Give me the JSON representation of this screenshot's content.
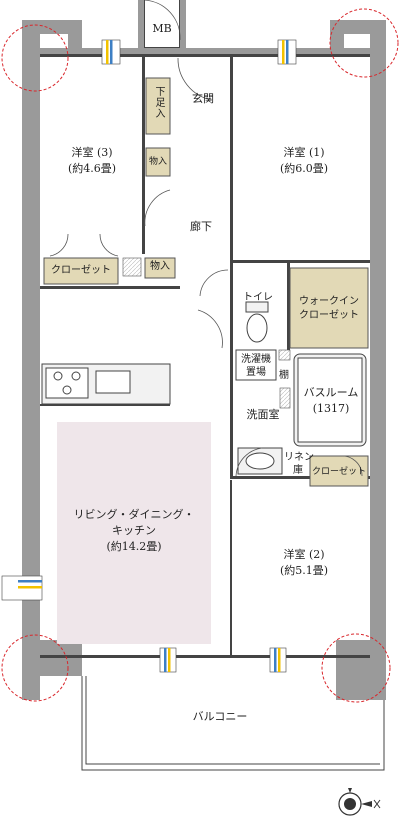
{
  "labels": {
    "mb": "MB",
    "genkan": "玄関",
    "getabako": "下足入",
    "storage_left": "物入",
    "storage_hall": "物入",
    "room3_name": "洋室 (3)",
    "room3_size": "(約4.6畳)",
    "room1_name": "洋室 (1)",
    "room1_size": "(約6.0畳)",
    "hallway": "廊下",
    "closet_left": "クローゼット",
    "toilet": "トイレ",
    "walkin_1": "ウォークイン",
    "walkin_2": "クローゼット",
    "washer_1": "洗濯機",
    "washer_2": "置場",
    "shelf": "棚",
    "bathroom_name": "バスルーム",
    "bathroom_size": "(1317)",
    "washroom": "洗面室",
    "linen_1": "リネン",
    "linen_2": "庫",
    "closet_room2": "クローゼット",
    "ldk_1": "リビング・ダイニング・",
    "ldk_2": "キッチン",
    "ldk_size": "(約14.2畳)",
    "room2_name": "洋室 (2)",
    "room2_size": "(約5.1畳)",
    "balcony": "バルコニー"
  },
  "colors": {
    "wall": "#9a9a9a",
    "storage": "#e2d9b6",
    "ldk_area": "#efe6ea",
    "marker": "#d9262b",
    "window_yellow": "#f2c200",
    "window_blue": "#3d7fc4"
  },
  "icons": [
    "compass-icon",
    "stove-icon",
    "sink-icon",
    "toilet-icon",
    "bathtub-icon",
    "washbasin-icon",
    "window-icon"
  ]
}
